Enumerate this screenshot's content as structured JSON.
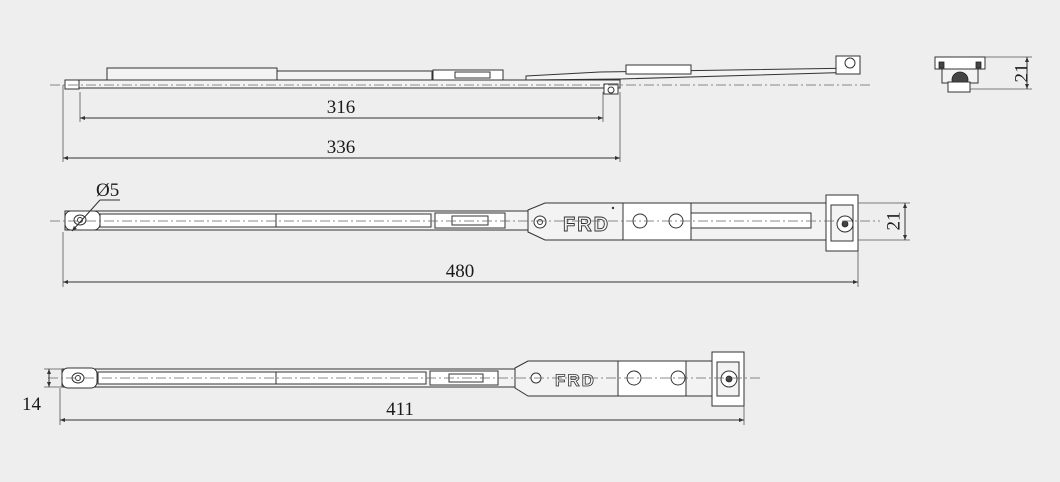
{
  "dimensions": {
    "side_inner_length": "316",
    "side_outer_length": "336",
    "side_height": "21",
    "top_hole_diameter": "Ø5",
    "top_total_length": "480",
    "top_width": "21",
    "bottom_width": "14",
    "bottom_total_length": "411"
  },
  "brand": {
    "logo_text": "FRD"
  },
  "colors": {
    "background": "#eeeeee",
    "line": "#333333"
  }
}
